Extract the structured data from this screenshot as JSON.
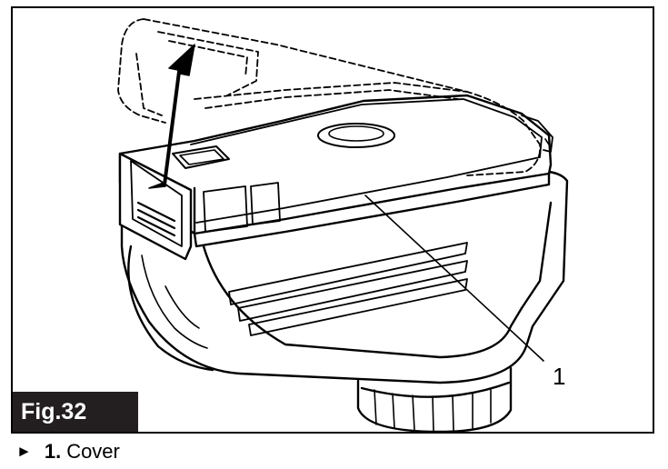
{
  "figure": {
    "label": "Fig.32",
    "callout_number": "1"
  },
  "legend": {
    "bullet": "►",
    "items": [
      {
        "number": "1.",
        "text": "Cover"
      }
    ]
  },
  "colors": {
    "ink": "#000000",
    "label_background": "#231f20",
    "label_text": "#ffffff"
  },
  "icons": {
    "bullet": "right-pointing-triangle-icon",
    "motion_arrow": "up-arrow-icon"
  }
}
